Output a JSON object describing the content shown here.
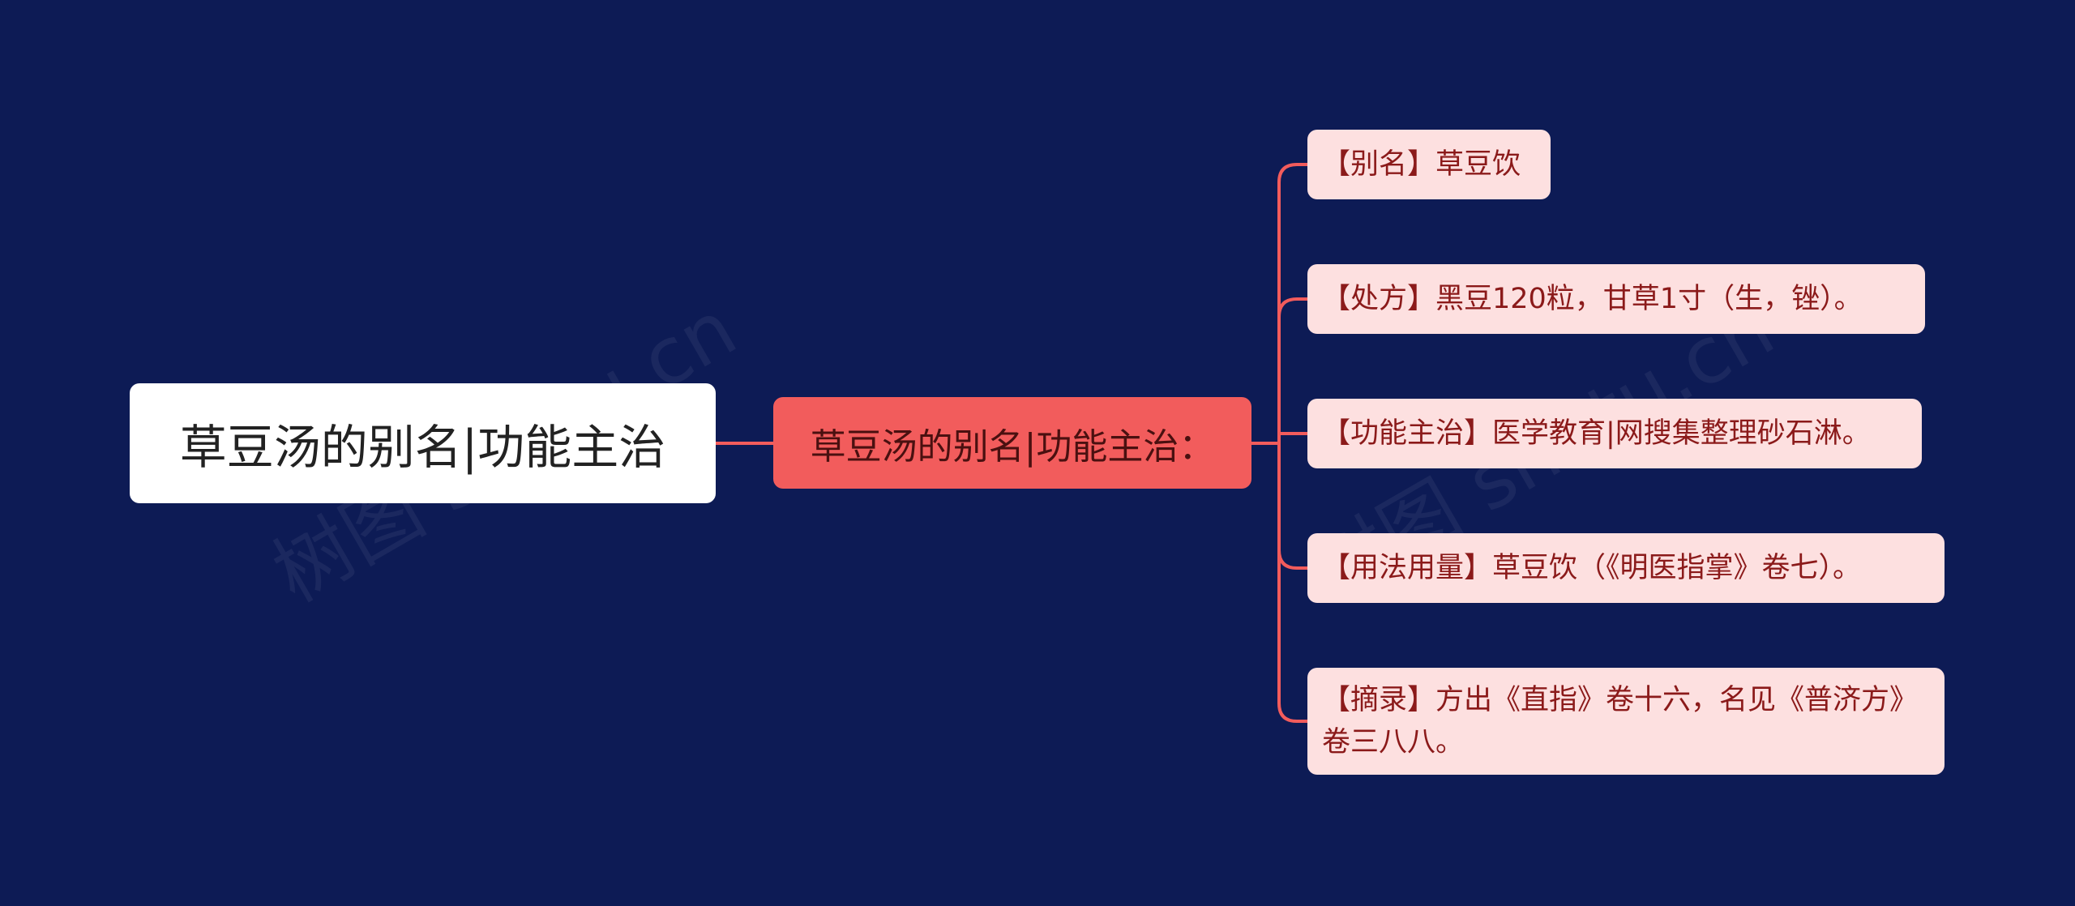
{
  "colors": {
    "background": "#0d1b55",
    "root_fill": "#ffffff",
    "hub_fill": "#f25c5c",
    "leaf_fill": "#fde0e0",
    "leaf_text": "#8b1a1a",
    "connector": "#f25c5c"
  },
  "root": {
    "label": "草豆汤的别名|功能主治"
  },
  "hub": {
    "label": "草豆汤的别名|功能主治："
  },
  "leaves": [
    {
      "label": "【别名】草豆饮"
    },
    {
      "label": "【处方】黑豆120粒，甘草1寸（生，锉）。"
    },
    {
      "label": "【功能主治】医学教育|网搜集整理砂石淋。"
    },
    {
      "label": "【用法用量】草豆饮（《明医指掌》卷七）。"
    },
    {
      "label": "【摘录】方出《直指》卷十六，名见《普济方》卷三八八。"
    }
  ],
  "watermark": {
    "text": "树图 shutu.cn"
  }
}
